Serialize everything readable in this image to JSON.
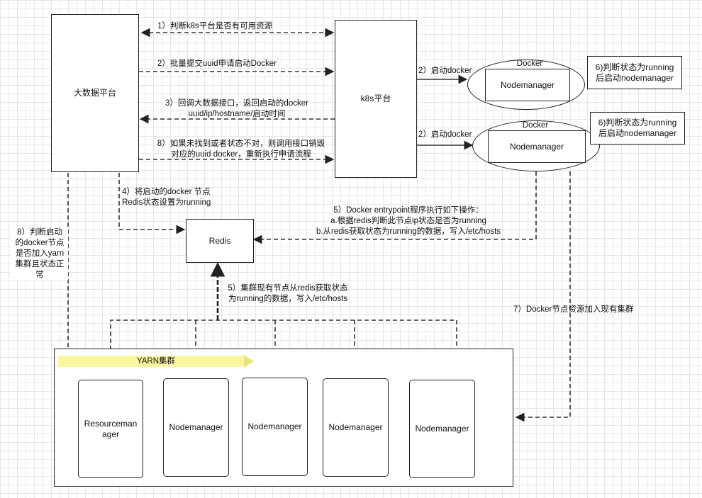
{
  "nodes": {
    "big_data_platform": "大数据平台",
    "k8s_platform": "k8s平台",
    "redis": "Redis",
    "docker_1": "Docker",
    "docker_2": "Docker",
    "nodemanager_docker_1": "Nodemanager",
    "nodemanager_docker_2": "Nodemanager",
    "note_1": [
      "6)判断状态为running",
      "后启动nodemanager"
    ],
    "note_2": [
      "6)判断状态为running",
      "后启动nodemanager"
    ],
    "yarn_cluster": "YARN集群",
    "resourcemanager": [
      "Resourceman",
      "ager"
    ],
    "yarn_nodemanagers": [
      "Nodemanager",
      "Nodemanager",
      "Nodemanager",
      "Nodemanager"
    ]
  },
  "edges": {
    "step1": "1）判断k8s平台是否有可用资源",
    "step2": "2）批量提交uuid申请启动Docker",
    "step3": [
      "3）回调大数据接口，返回启动的docker",
      "uuid/ip/hostname/启动时间"
    ],
    "step8a": [
      "8）如果未找到或者状态不对，则调用接口销毁",
      "对应的uuid docker，重新执行申请流程"
    ],
    "step2_docker_1": "2）启动docker",
    "step2_docker_2": "2）启动docker",
    "step4": [
      "4）将启动的docker 节点",
      "Redis状态设置为running"
    ],
    "step5_entrypoint": [
      "5）Docker entrypoint程序执行如下操作：",
      "a.根据redis判断此节点ip状态是否为running",
      "b.从redis获取状态为running的数据，写入/etc/hosts"
    ],
    "step8b": [
      "8）判断启动",
      "的docker节点",
      "是否加入yarn",
      "集群且状态正",
      "常"
    ],
    "step5_cluster": [
      "5）集群现有节点从redis获取状态",
      "为running的数据，写入/etc/hosts"
    ],
    "step7": "7）Docker节点资源加入现有集群"
  }
}
